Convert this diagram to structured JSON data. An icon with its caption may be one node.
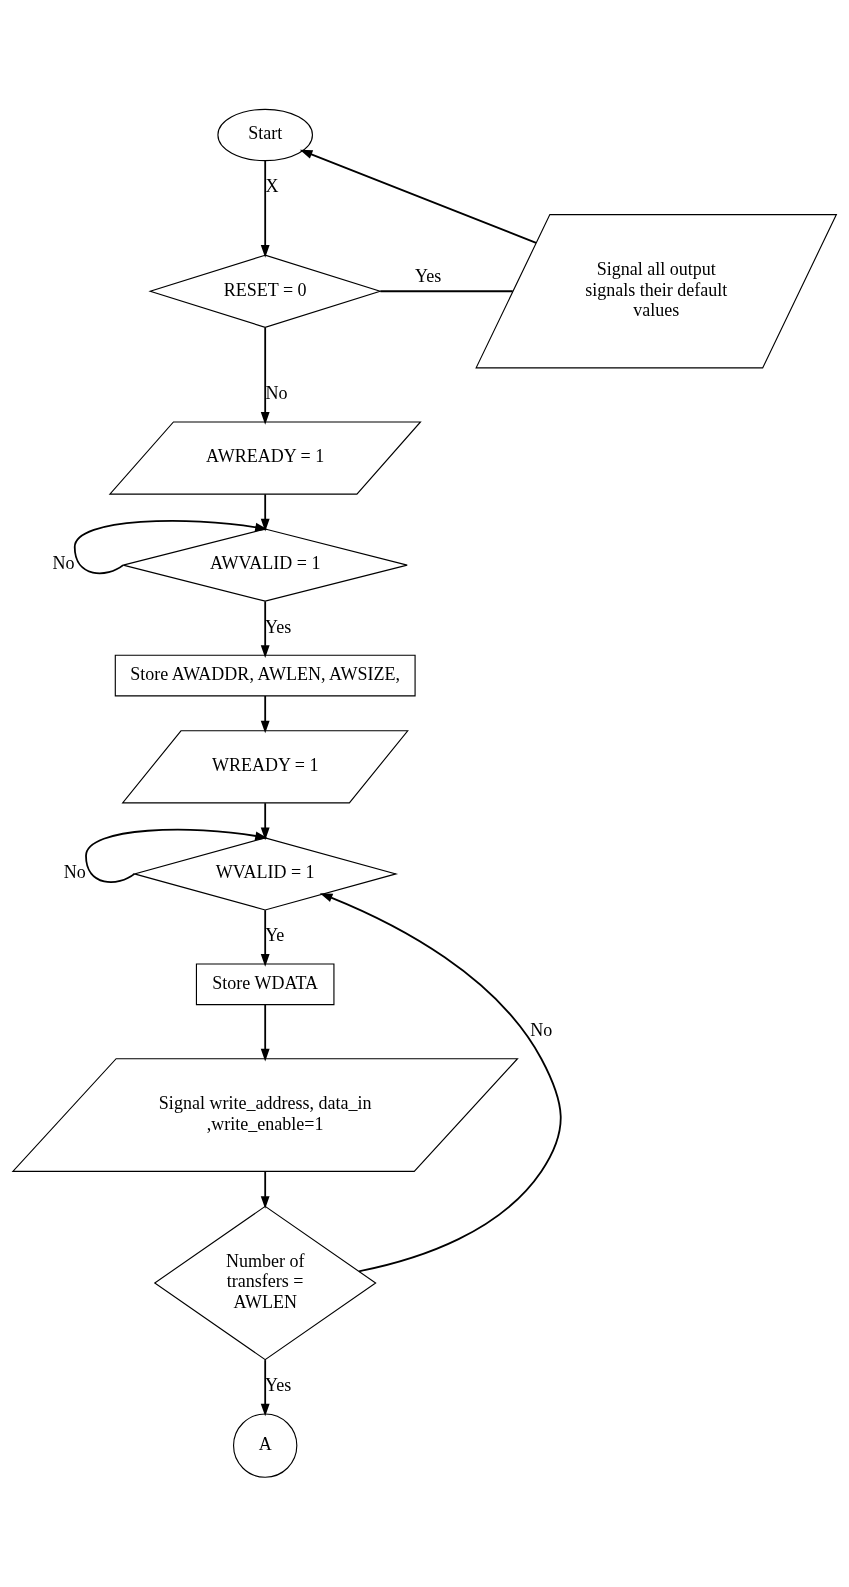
{
  "diagram": {
    "nodes": [
      {
        "text": [
          "Start"
        ]
      },
      {
        "text": [
          "RESET = 0"
        ]
      },
      {
        "text": [
          "Signal all output signals their default values"
        ]
      },
      {
        "text": [
          "AWREADY = 1"
        ]
      },
      {
        "text": [
          "AWVALID = 1"
        ]
      },
      {
        "text": [
          "Store AWADDR, AWLEN, AWSIZE,"
        ]
      },
      {
        "text": [
          "WREADY = 1"
        ]
      },
      {
        "text": [
          "WVALID = 1"
        ]
      },
      {
        "text": [
          "Store WDATA"
        ]
      },
      {
        "text": [
          "Signal write_address, data_in ,write_enable=1"
        ]
      },
      {
        "text": [
          "Number of transfers = AWLEN"
        ]
      },
      {
        "text": [
          "A"
        ]
      }
    ],
    "edges": [
      {
        "from": 0,
        "to": 1,
        "arrow": "to",
        "label": "X"
      },
      {
        "from": 1,
        "to": 2,
        "arrow": "none",
        "label": "Yes"
      },
      {
        "from": 2,
        "to": 0,
        "arrow": "to"
      },
      {
        "from": 1,
        "to": 3,
        "arrow": "to",
        "label": "No"
      },
      {
        "from": 3,
        "to": 4,
        "arrow": "to"
      },
      {
        "from": 4,
        "to": 4,
        "arrow": "to",
        "label": "No"
      },
      {
        "from": 4,
        "to": 5,
        "arrow": "to",
        "label": "Yes"
      },
      {
        "from": 5,
        "to": 6,
        "arrow": "to"
      },
      {
        "from": 6,
        "to": 7,
        "arrow": "to"
      },
      {
        "from": 7,
        "to": 7,
        "arrow": "to",
        "label": "No"
      },
      {
        "from": 7,
        "to": 8,
        "arrow": "to",
        "label": "Ye"
      },
      {
        "from": 8,
        "to": 9,
        "arrow": "to"
      },
      {
        "from": 9,
        "to": 10,
        "arrow": "to"
      },
      {
        "from": 10,
        "to": 7,
        "arrow": "to",
        "label": "No"
      },
      {
        "from": 10,
        "to": 11,
        "arrow": "to",
        "label": "Yes"
      }
    ]
  }
}
